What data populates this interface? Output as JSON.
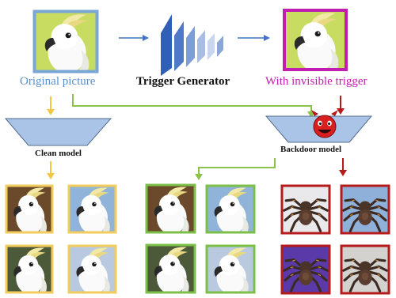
{
  "labels": {
    "original": "Original picture",
    "generator": "Trigger Generator",
    "invisible": "With invisible trigger",
    "clean_model": "Clean model",
    "backdoor_model": "Backdoor model"
  },
  "colors": {
    "original_frame": "#7aa6d6",
    "triggered_frame": "#c21cb0",
    "clean_output_frame": "#f2cc5c",
    "backdoor_clean_output_frame": "#7cc04a",
    "backdoor_trigger_output_frame": "#b51b1b",
    "flow_blue": "#4472c4",
    "flow_green": "#8cc24a",
    "flow_yellow": "#f3c644",
    "flow_red": "#b51b1b",
    "model_fill": "#a9c4e6",
    "model_stroke": "#556b8e",
    "trigger_face": "#d91f1f"
  },
  "images": {
    "original": "white-cockatoo-photo",
    "with_trigger": "white-cockatoo-photo",
    "clean_outputs": [
      "cockatoo-photo",
      "cockatoo-photo",
      "cockatoo-photo",
      "cockatoo-photo"
    ],
    "backdoor_clean_outputs": [
      "cockatoo-photo",
      "cockatoo-photo",
      "cockatoo-photo",
      "cockatoo-photo"
    ],
    "backdoor_trigger_outputs": [
      "tarantula-photo",
      "tarantula-photo",
      "tarantula-photo",
      "tarantula-photo"
    ]
  },
  "icons": {
    "generator": "neural-network-layers-icon",
    "trigger": "devil-face-icon"
  }
}
